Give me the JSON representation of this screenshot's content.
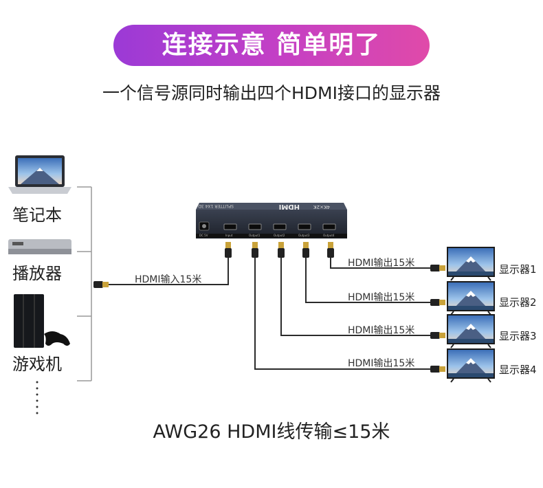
{
  "banner": {
    "title": "连接示意 简单明了"
  },
  "subtitle": "一个信号源同时输出四个HDMI接口的显示器",
  "sources": [
    {
      "label": "笔记本",
      "icon": "laptop-icon"
    },
    {
      "label": "播放器",
      "icon": "media-player-icon"
    },
    {
      "label": "游戏机",
      "icon": "game-console-icon"
    }
  ],
  "splitter": {
    "brand": "HDMI",
    "model": "SPLITTER 1X4 3D",
    "badge": "4K×2K",
    "dc_label": "DC 5V",
    "ports": [
      "Input",
      "Output1",
      "Output2",
      "Output3",
      "Output4"
    ]
  },
  "input_cable": {
    "label": "HDMI输入15米"
  },
  "outputs": [
    {
      "cable_label": "HDMI输出15米",
      "monitor_label": "显示器1"
    },
    {
      "cable_label": "HDMI输出15米",
      "monitor_label": "显示器2"
    },
    {
      "cable_label": "HDMI输出15米",
      "monitor_label": "显示器3"
    },
    {
      "cable_label": "HDMI输出15米",
      "monitor_label": "显示器4"
    }
  ],
  "footer": "AWG26  HDMI线传输≤15米",
  "colors": {
    "banner_start": "#9b3ad6",
    "banner_end": "#e04aa9",
    "cable": "#2a2a2a",
    "connector_gold": "#c9a23a"
  }
}
